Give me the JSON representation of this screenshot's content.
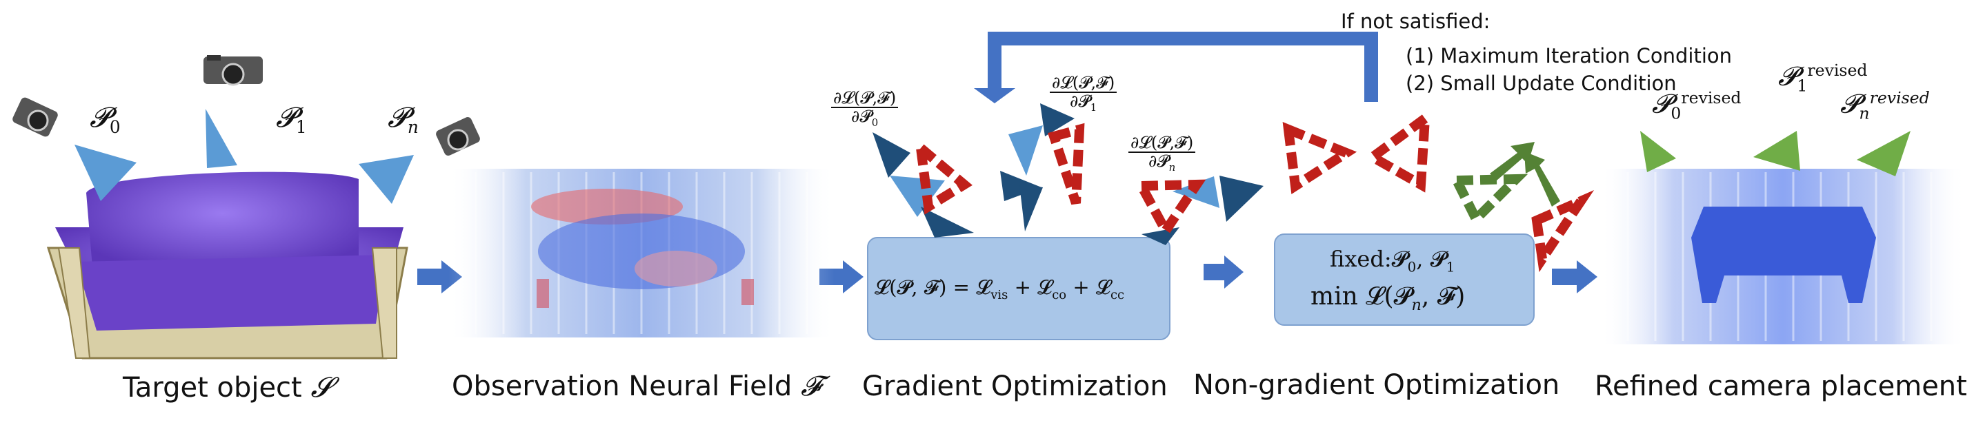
{
  "stages": {
    "target": "Target object",
    "target_sym": "𝓢",
    "field": "Observation Neural Field",
    "field_sym": "𝓕",
    "gradient": "Gradient Optimization",
    "nongradient": "Non-gradient Optimization",
    "refined": "Refined camera placement"
  },
  "cameras": {
    "p0": "𝓟",
    "p0_sub": "0",
    "p1": "𝓟",
    "p1_sub": "1",
    "pn": "𝓟",
    "pn_sub": "n"
  },
  "gradients": {
    "num": "∂𝓛(𝓟,𝓕)",
    "den0": "∂𝓟",
    "den0_sub": "0",
    "den1": "∂𝓟",
    "den1_sub": "1",
    "denn": "∂𝓟",
    "denn_sub": "n"
  },
  "loss": {
    "lhs": "𝓛(𝓟, 𝓕) = 𝓛",
    "vis": "vis",
    "plus1": " + 𝓛",
    "co": "co",
    "plus2": " + 𝓛",
    "cc": "cc"
  },
  "nongrad": {
    "fixed": "fixed:𝓟",
    "fixed_sub0": "0",
    "comma": ", 𝓟",
    "fixed_sub1": "1",
    "min": "min 𝓛(𝓟",
    "min_sub": "n",
    "min_tail": ", 𝓕)"
  },
  "feedback": {
    "title": "If not satisfied:",
    "cond1": "(1) Maximum Iteration Condition",
    "cond2": "(2) Small Update Condition"
  },
  "revised": {
    "p0": "𝓟",
    "p0_sub": "0",
    "p0_sup": "revised",
    "p1": "𝓟",
    "p1_sub": "1",
    "p1_sup": "revised",
    "pn": "𝓟",
    "pn_sub": "n",
    "pn_sup": "revised"
  },
  "colors": {
    "camera_blue": "#5b9bd5",
    "dark_blue": "#1f4e79",
    "flow_arrow": "#4472c4",
    "box_fill": "#a9c6e8",
    "dashed_red": "#c0201a",
    "dashed_green": "#548235",
    "revised_green": "#70ad47",
    "sofa_purple": "#7a52d6"
  }
}
